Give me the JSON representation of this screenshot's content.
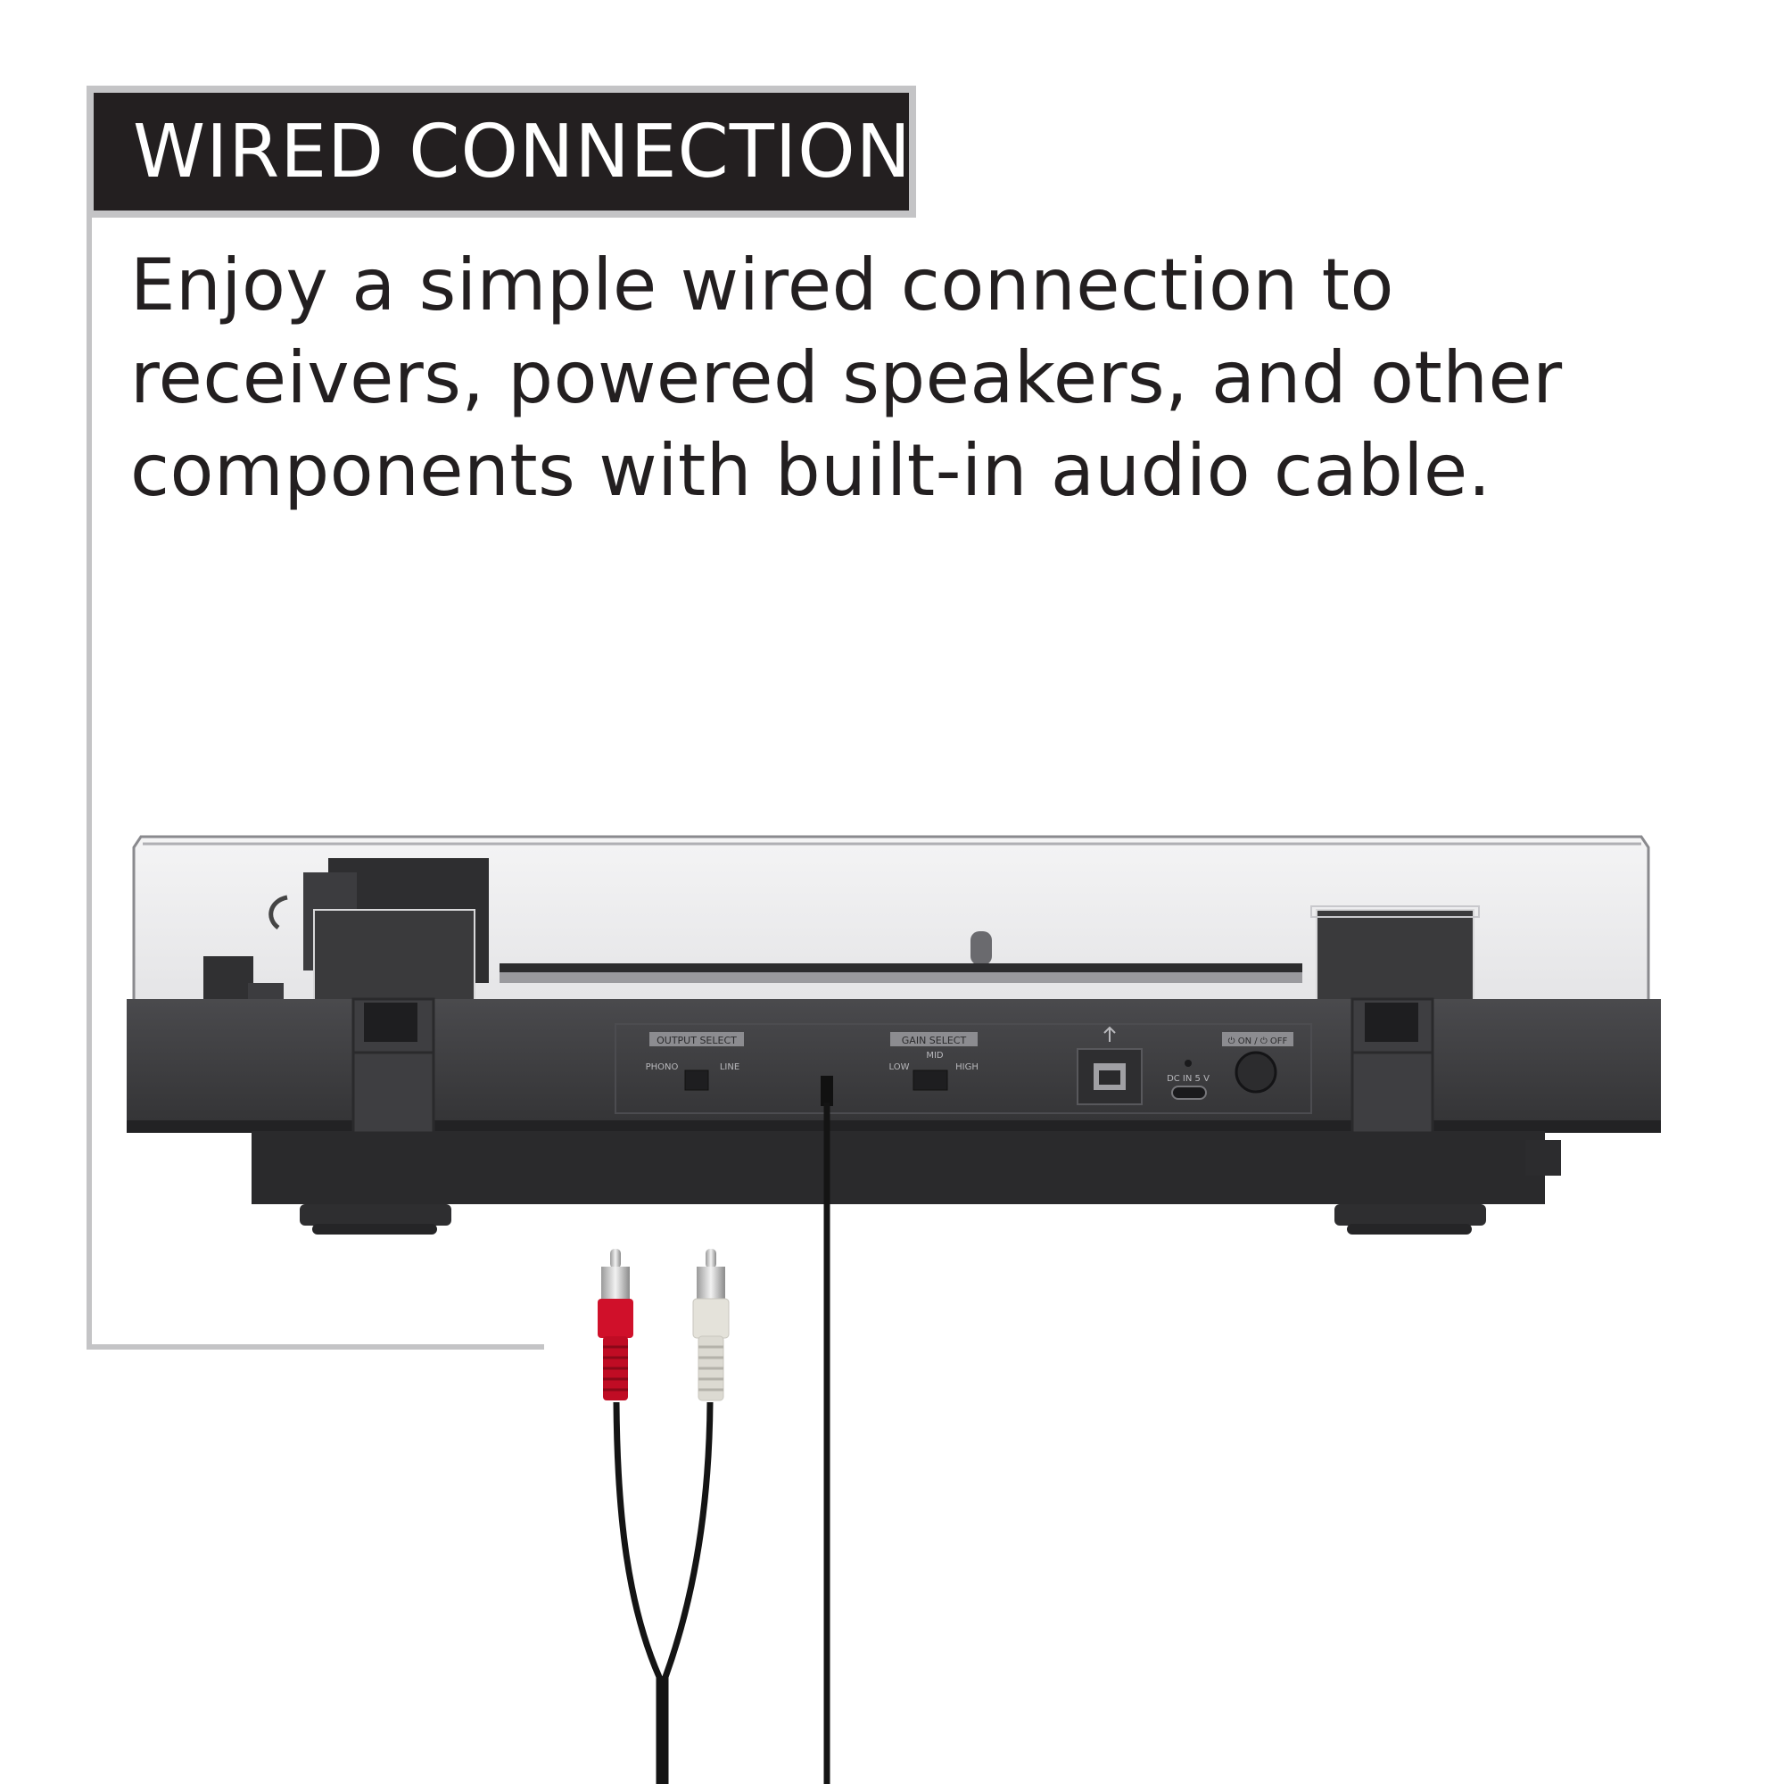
{
  "heading": "WIRED CONNECTION",
  "description": {
    "lines": [
      "Enjoy a simple wired connection to",
      "receivers, powered speakers, and other",
      "components with built-in audio cable."
    ]
  },
  "panel": {
    "output_select": {
      "label": "OUTPUT SELECT",
      "left": "PHONO",
      "right": "LINE"
    },
    "gain_select": {
      "label": "GAIN SELECT",
      "low": "LOW",
      "mid": "MID",
      "high": "HIGH"
    },
    "power": {
      "label": "⏻ ON / ⏻ OFF"
    },
    "dc_in": {
      "label": "DC IN 5 V"
    }
  },
  "colors": {
    "frame": "#c4c4c6",
    "title_bg": "#231f20",
    "body_dark": "#3a3a3c",
    "rca_red": "#d0102a",
    "rca_white": "#e4e2da"
  }
}
